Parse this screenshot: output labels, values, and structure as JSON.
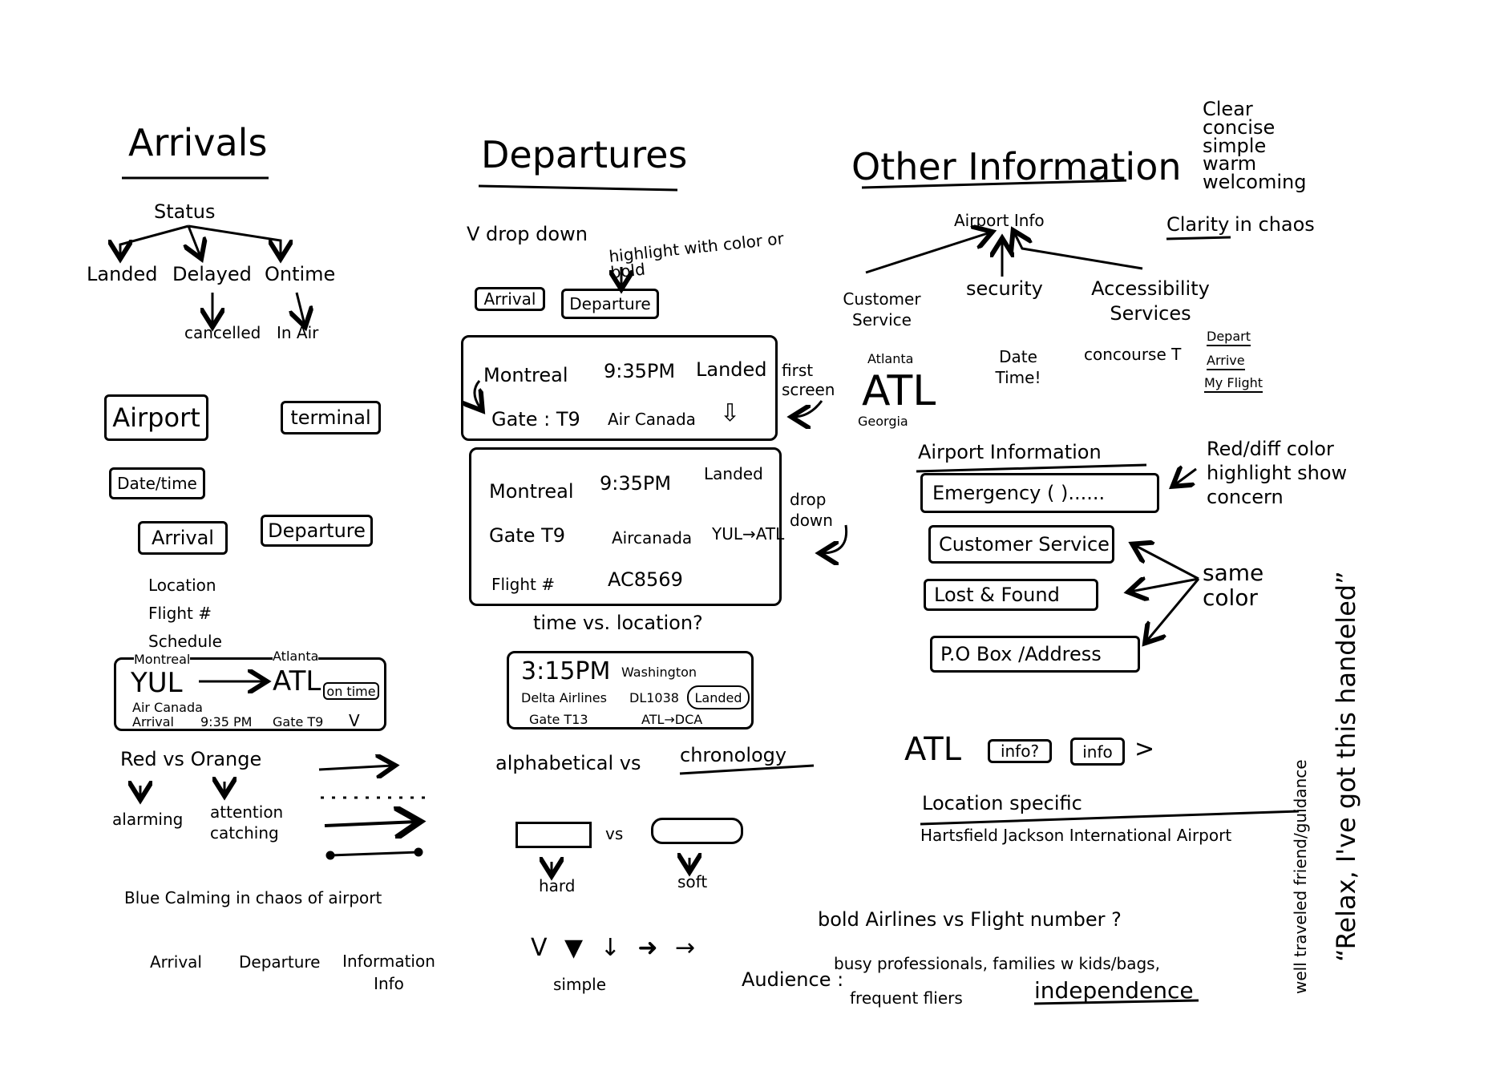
{
  "arrivals": {
    "heading": "Arrivals",
    "status": "Status",
    "status_options": [
      "Landed",
      "Delayed",
      "Ontime"
    ],
    "sub_options": [
      "cancelled",
      "In Air"
    ],
    "buttons": [
      "Airport",
      "terminal",
      "Date/time",
      "Arrival",
      "Departure"
    ],
    "fields": [
      "Location",
      "Flight #",
      "Schedule"
    ],
    "card": {
      "from_label": "Montreal",
      "from": "YUL",
      "to_label": "Atlanta",
      "to": "ATL",
      "badge": "on time",
      "airline": "Air Canada",
      "arrival": "Arrival",
      "time": "9:35 PM",
      "gate": "Gate T9",
      "chevron": "V"
    },
    "colors": [
      "Red vs Orange",
      "alarming",
      "attention catching"
    ],
    "calming": "Blue Calming in chaos of airport",
    "nav": [
      "Arrival",
      "Departure",
      "Information Info"
    ]
  },
  "departures": {
    "heading": "Departures",
    "dropdown": "V drop down",
    "highlight_note": "highlight with color or bold",
    "toggle": [
      "Arrival",
      "Departure"
    ],
    "card1": {
      "city": "Montreal",
      "time": "9:35PM",
      "status": "Landed",
      "gate": "Gate : T9",
      "airline": "Air Canada",
      "icon": "⇩"
    },
    "card1_note": "first screen",
    "card2": {
      "city": "Montreal",
      "time": "9:35PM",
      "status": "Landed",
      "gate": "Gate T9",
      "airline": "Aircanada",
      "route": "YUL→ATL",
      "flight_label": "Flight #",
      "flight": "AC8569"
    },
    "card2_note": "drop down",
    "question": "time vs. location?",
    "card3": {
      "time": "3:15PM",
      "city": "Washington",
      "airline": "Delta Airlines",
      "flight": "DL1038",
      "status": "Landed",
      "gate": "Gate T13",
      "route": "ATL→DCA"
    },
    "sort": [
      "alphabetical vs",
      "chronology"
    ],
    "shape_vs": "vs",
    "shape_labels": [
      "hard",
      "soft"
    ],
    "arrows_label": "simple",
    "arrow_glyphs": "V ▼ ↓ ➜ →"
  },
  "other": {
    "heading": "Other Information",
    "airport_info": "Airport Info",
    "children": [
      "Customer Service",
      "security",
      "Accessibility Services"
    ],
    "atlanta": "Atlanta",
    "atl": "ATL",
    "georgia": "Georgia",
    "datetime": "Date Time!",
    "concourse": "concourse T",
    "links": [
      "Depart",
      "Arrive",
      "My Flight"
    ],
    "section": "Airport Information",
    "items": [
      "Emergency ( )......",
      "Customer Service",
      "Lost & Found",
      "P.O Box /Address"
    ],
    "red_note": "Red/diff color highlight show concern",
    "same_color": "same color",
    "atl_row": [
      "ATL",
      "info?",
      "info",
      ">"
    ],
    "location_specific": "Location specific",
    "airport_name": "Hartsfield Jackson International Airport"
  },
  "notes": {
    "keywords": [
      "Clear",
      "concise",
      "simple",
      "warm",
      "welcoming"
    ],
    "clarity": [
      "Clarity",
      "in chaos"
    ],
    "bold_question": "bold Airlines vs Flight number ?",
    "audience_label": "Audience :",
    "audience": "busy professionals, families w kids/bags,",
    "audience2": "frequent fliers",
    "independence": "independence",
    "vertical1": "well traveled friend/guidance",
    "vertical2": "“Relax, I've got this handeled”"
  }
}
